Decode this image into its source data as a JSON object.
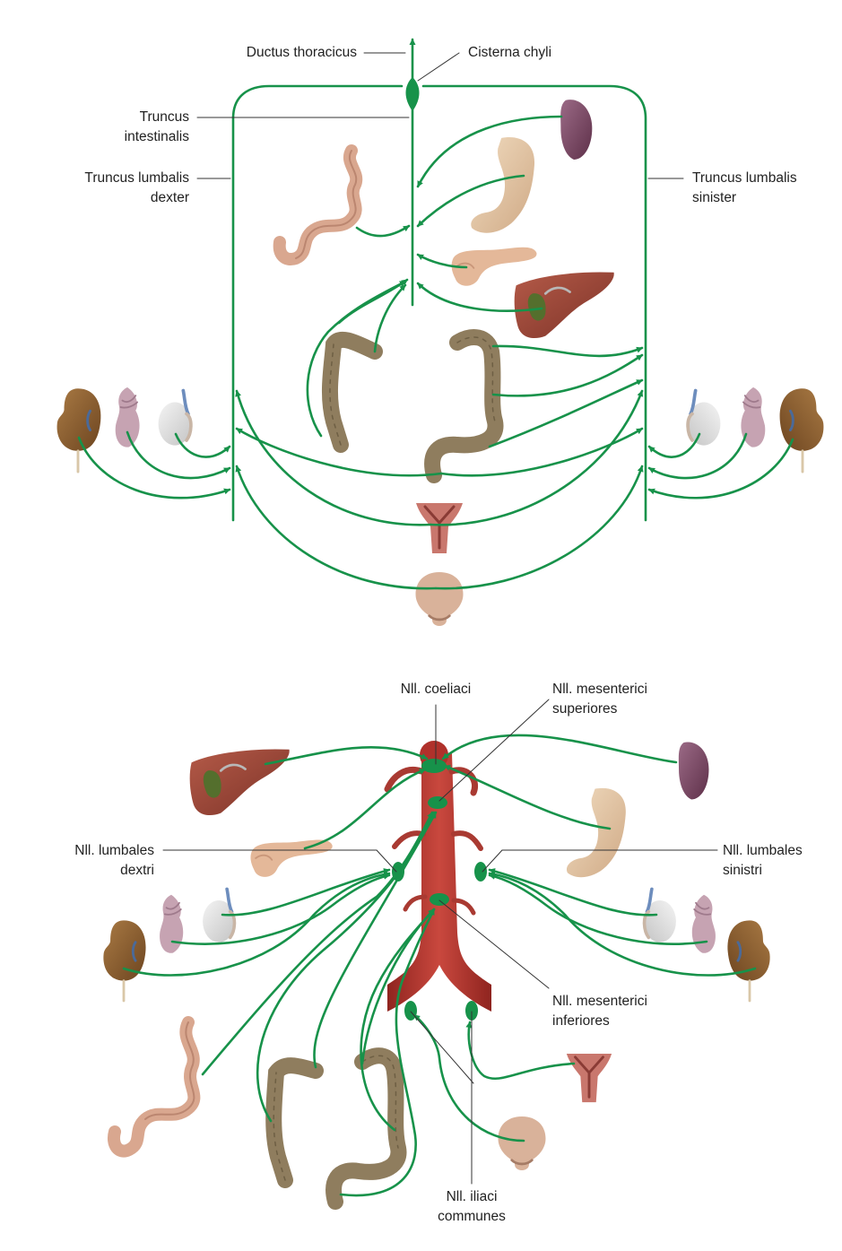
{
  "colors": {
    "lymph": "#17924a",
    "leader": "#333333",
    "aorta": "#b0312b",
    "kidney": "#8a5a2a",
    "gland": "#c9a9b5",
    "testis": "#dcdcdc",
    "colon": "#8f7d5e",
    "smallIntestine": "#d8aa92",
    "stomach": "#e6c9a6",
    "liver": "#9a4335",
    "gallbladder": "#4f6a2c",
    "spleen": "#7d4a66",
    "pancreas": "#e1b493",
    "uterus": "#c9776d",
    "bladder": "#d9b29a"
  },
  "top": {
    "ductus_thoracicus": "Ductus thoracicus",
    "cisterna_chyli": "Cisterna chyli",
    "truncus_intestinalis": "Truncus\nintestinalis",
    "truncus_lumbalis_dexter": "Truncus lumbalis\ndexter",
    "truncus_lumbalis_sinister": "Truncus lumbalis\nsinister"
  },
  "bottom": {
    "nll_coeliaci": "Nll. coeliaci",
    "nll_mesenterici_superiores": "Nll. mesenterici\nsuperiores",
    "nll_lumbales_dextri": "Nll. lumbales\ndextri",
    "nll_lumbales_sinistri": "Nll. lumbales\nsinistri",
    "nll_mesenterici_inferiores": "Nll. mesenterici\ninferiores",
    "nll_iliaci_communes": "Nll. iliaci\ncommunes"
  },
  "icons": [
    "kidney-icon",
    "adrenal-gland-icon",
    "testis-icon",
    "colon-icon",
    "small-intestine-icon",
    "stomach-icon",
    "liver-icon",
    "spleen-icon",
    "pancreas-icon",
    "uterus-icon",
    "urinary-bladder-icon",
    "aorta-icon"
  ]
}
